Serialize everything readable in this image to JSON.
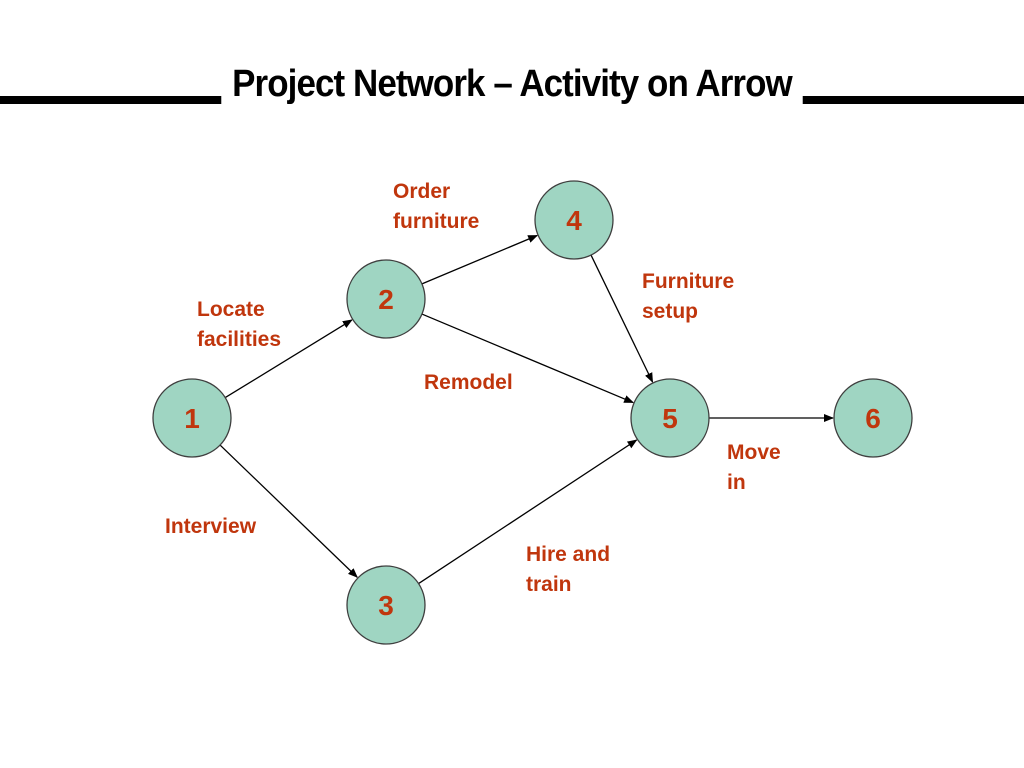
{
  "title": "Project Network – Activity on Arrow",
  "nodes": [
    {
      "id": "1",
      "label": "1"
    },
    {
      "id": "2",
      "label": "2"
    },
    {
      "id": "3",
      "label": "3"
    },
    {
      "id": "4",
      "label": "4"
    },
    {
      "id": "5",
      "label": "5"
    },
    {
      "id": "6",
      "label": "6"
    }
  ],
  "edges": [
    {
      "from": "1",
      "to": "2",
      "label_lines": [
        "Locate",
        "facilities"
      ]
    },
    {
      "from": "1",
      "to": "3",
      "label_lines": [
        "Interview"
      ]
    },
    {
      "from": "2",
      "to": "4",
      "label_lines": [
        "Order",
        "furniture"
      ]
    },
    {
      "from": "2",
      "to": "5",
      "label_lines": [
        "Remodel"
      ]
    },
    {
      "from": "4",
      "to": "5",
      "label_lines": [
        "Furniture",
        "setup"
      ]
    },
    {
      "from": "3",
      "to": "5",
      "label_lines": [
        "Hire and",
        "train"
      ]
    },
    {
      "from": "5",
      "to": "6",
      "label_lines": [
        "Move",
        "in"
      ]
    }
  ],
  "colors": {
    "node_fill": "#9fd5c2",
    "label_color": "#c0360d",
    "title_color": "#000000"
  }
}
